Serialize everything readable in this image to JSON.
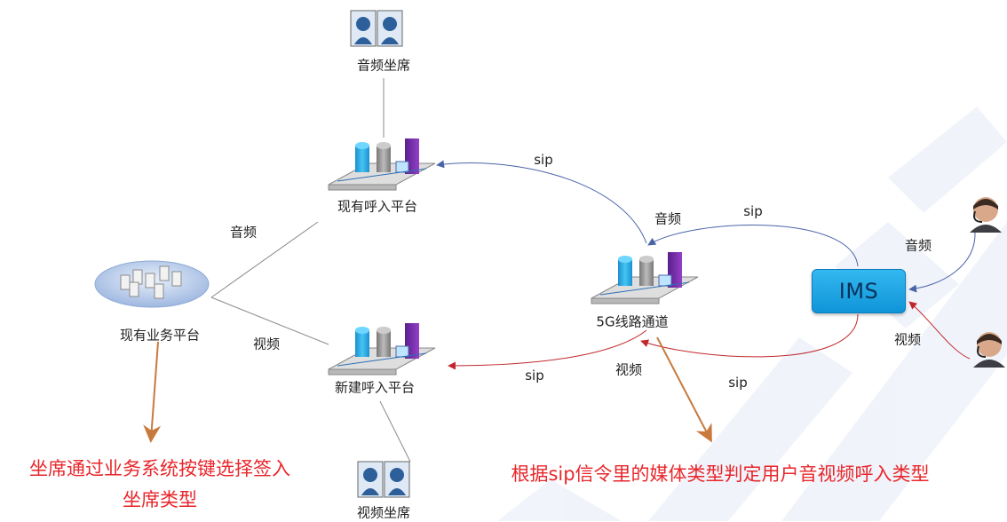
{
  "nodes": {
    "business_platform": "现有业务平台",
    "existing_call_platform": "现有呼入平台",
    "new_call_platform": "新建呼入平台",
    "channel_5g": "5G线路通道",
    "ims": "IMS",
    "audio_agents": "音频坐席",
    "video_agents": "视频坐席"
  },
  "edges": {
    "sip_top": "sip",
    "sip_ims_audio": "sip",
    "sip_ims_video": "sip",
    "sip_bottom": "sip",
    "audio_to_existing": "音频",
    "video_to_new": "视频",
    "audio_5g": "音频",
    "video_5g": "视频",
    "audio_user": "音频",
    "video_user": "视频"
  },
  "notes": {
    "agent_select_line1": "坐席通过业务系统按键选择签入",
    "agent_select_line2": "坐席类型",
    "media_type_rule": "根据sip信令里的媒体类型判定用户音视频呼入类型"
  },
  "colors": {
    "audio_arrow": "#4a64a8",
    "video_arrow": "#c0282d",
    "note_arrow": "#c87a3e",
    "note_text": "#e8262b",
    "ims_fill": "#1ea4e4"
  }
}
